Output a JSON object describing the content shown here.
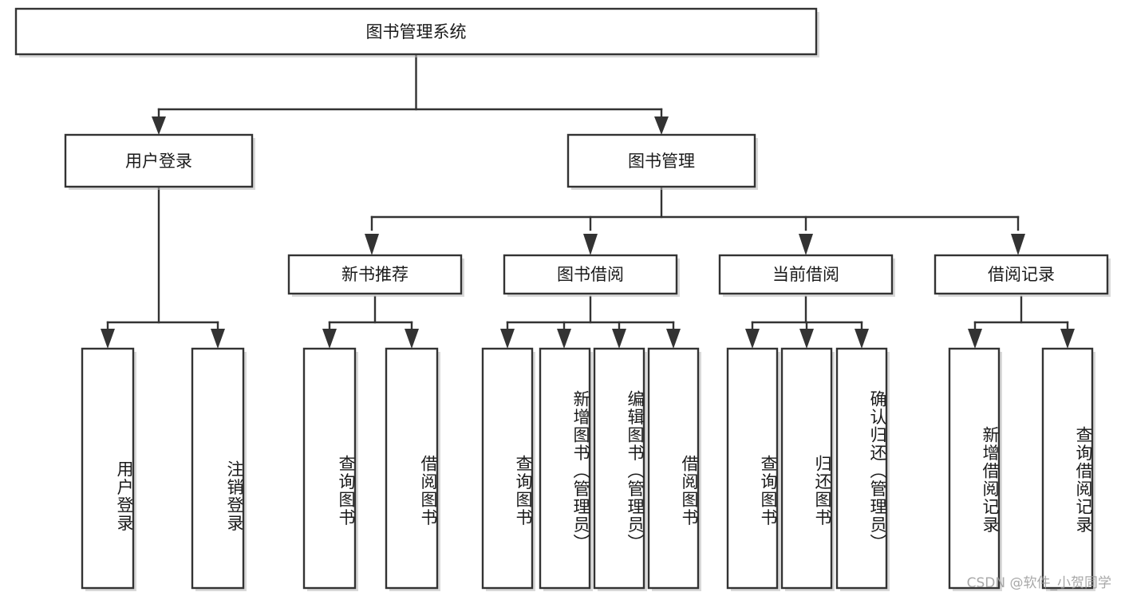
{
  "diagram": {
    "title": "图书管理系统",
    "type": "hierarchy-tree",
    "orientation": "top-down",
    "root": {
      "label": "图书管理系统",
      "children": [
        {
          "label": "用户登录",
          "children": [
            {
              "label": "用户登录",
              "vertical": true
            },
            {
              "label": "注销登录",
              "vertical": true
            }
          ]
        },
        {
          "label": "图书管理",
          "children": [
            {
              "label": "新书推荐",
              "children": [
                {
                  "label": "查询图书",
                  "vertical": true
                },
                {
                  "label": "借阅图书",
                  "vertical": true
                }
              ]
            },
            {
              "label": "图书借阅",
              "children": [
                {
                  "label": "查询图书",
                  "vertical": true
                },
                {
                  "label": "新增图书（管理员）",
                  "vertical": true
                },
                {
                  "label": "编辑图书（管理员）",
                  "vertical": true
                },
                {
                  "label": "借阅图书",
                  "vertical": true
                }
              ]
            },
            {
              "label": "当前借阅",
              "children": [
                {
                  "label": "查询图书",
                  "vertical": true
                },
                {
                  "label": "归还图书",
                  "vertical": true
                },
                {
                  "label": "确认归还（管理员）",
                  "vertical": true
                }
              ]
            },
            {
              "label": "借阅记录",
              "children": [
                {
                  "label": "新增借阅记录",
                  "vertical": true
                },
                {
                  "label": "查询借阅记录",
                  "vertical": true
                }
              ]
            }
          ]
        }
      ]
    }
  },
  "nodes": {
    "root_title": "图书管理系统",
    "l1_user_login": "用户登录",
    "l1_book_manage": "图书管理",
    "l2_new_book_rec": "新书推荐",
    "l2_book_borrow": "图书借阅",
    "l2_current_borrow": "当前借阅",
    "l2_borrow_record": "借阅记录",
    "leaf_user_login": "用户登录",
    "leaf_logout": "注销登录",
    "leaf_rec_query_book": "查询图书",
    "leaf_rec_borrow_book": "借阅图书",
    "leaf_bor_query_book": "查询图书",
    "leaf_bor_add_book": "新增图书（管理员）",
    "leaf_bor_edit_book": "编辑图书（管理员）",
    "leaf_bor_borrow_book": "借阅图书",
    "leaf_cur_query_book": "查询图书",
    "leaf_cur_return_book": "归还图书",
    "leaf_cur_confirm_return": "确认归还（管理员）",
    "leaf_rec_add_record": "新增借阅记录",
    "leaf_rec_query_record": "查询借阅记录"
  },
  "watermark": {
    "text": "CSDN @软件_小贺同学"
  },
  "colors": {
    "background": "#ffffff",
    "box_fill": "#ffffff",
    "box_stroke": "#333333",
    "text": "#1a1a1a",
    "watermark": "#9a9a9a"
  }
}
